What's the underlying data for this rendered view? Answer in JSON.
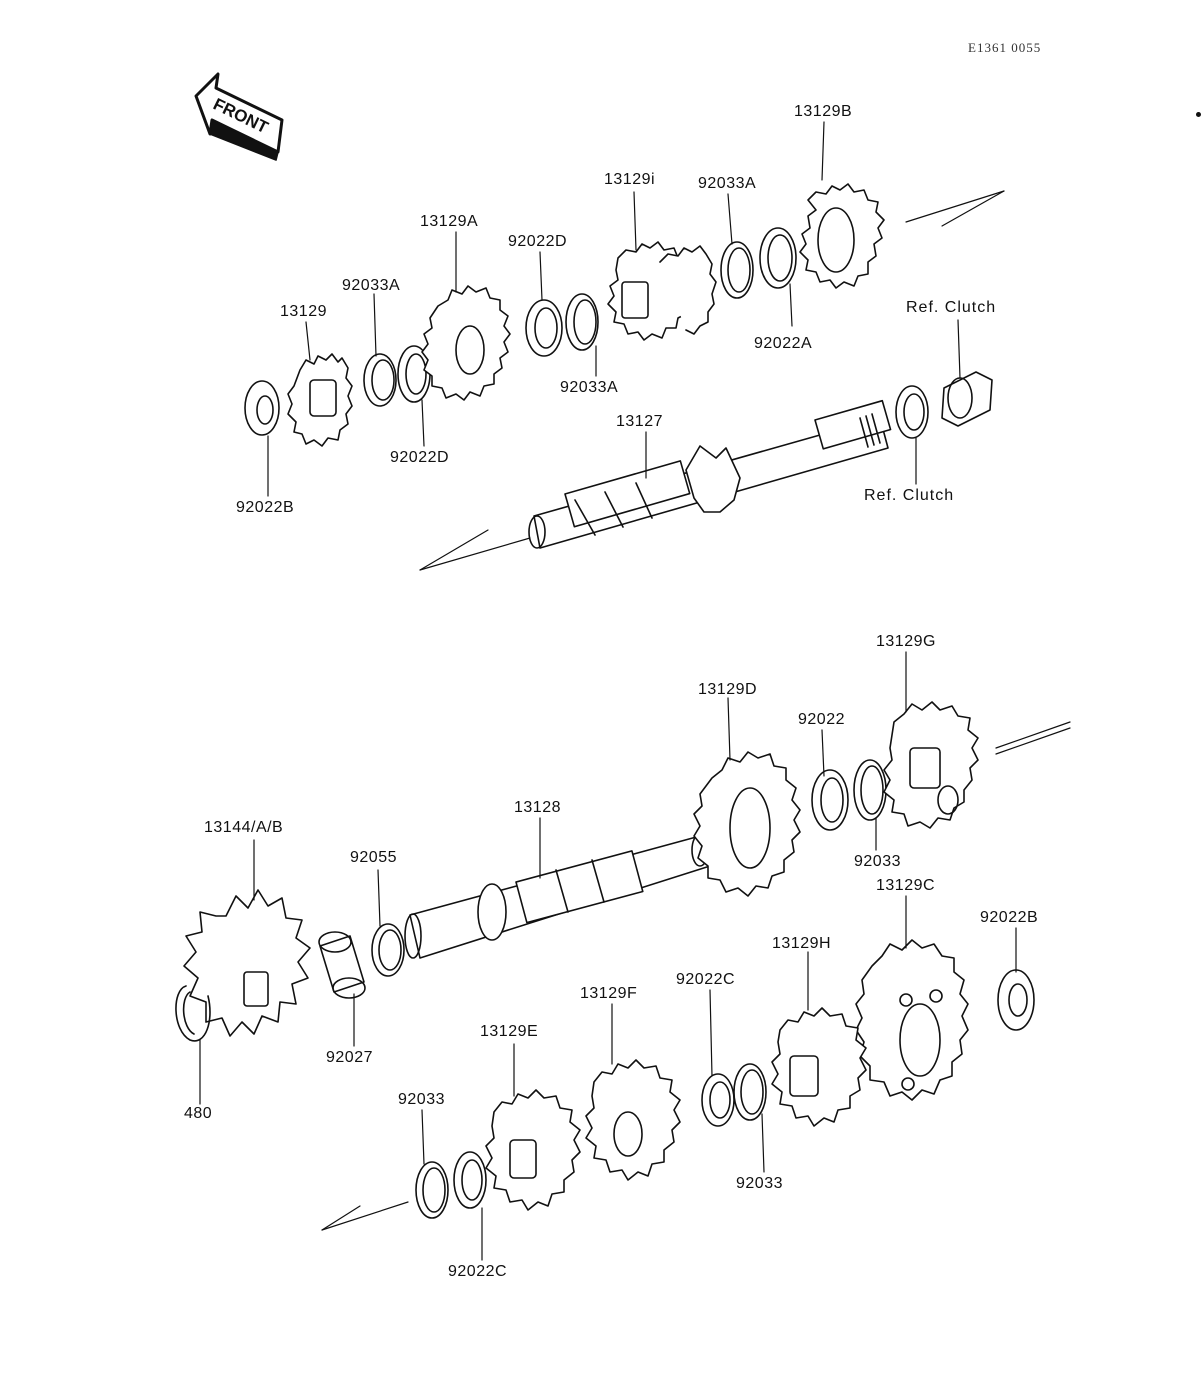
{
  "diagram_id": "E1361 0055",
  "front_badge": "FRONT",
  "labels": {
    "l_13129B": "13129B",
    "l_13129i": "13129i",
    "l_92033A_top": "92033A",
    "l_13129A": "13129A",
    "l_92022D_top": "92022D",
    "l_92033A_left": "92033A",
    "l_13129": "13129",
    "l_ref_clutch_top": "Ref.  Clutch",
    "l_92022A": "92022A",
    "l_92033A_mid": "92033A",
    "l_92022D_low": "92022D",
    "l_13127": "13127",
    "l_92022B_top": "92022B",
    "l_ref_clutch_low": "Ref.  Clutch",
    "l_13129G": "13129G",
    "l_13129D": "13129D",
    "l_92022": "92022",
    "l_13128": "13128",
    "l_13144": "13144/A/B",
    "l_92055": "92055",
    "l_92033_right": "92033",
    "l_13129C": "13129C",
    "l_92022B_right": "92022B",
    "l_13129H": "13129H",
    "l_13129F": "13129F",
    "l_92022C_mid": "92022C",
    "l_13129E": "13129E",
    "l_92027": "92027",
    "l_480": "480",
    "l_92033_left": "92033",
    "l_92033_mid": "92033",
    "l_92022C_low": "92022C"
  }
}
